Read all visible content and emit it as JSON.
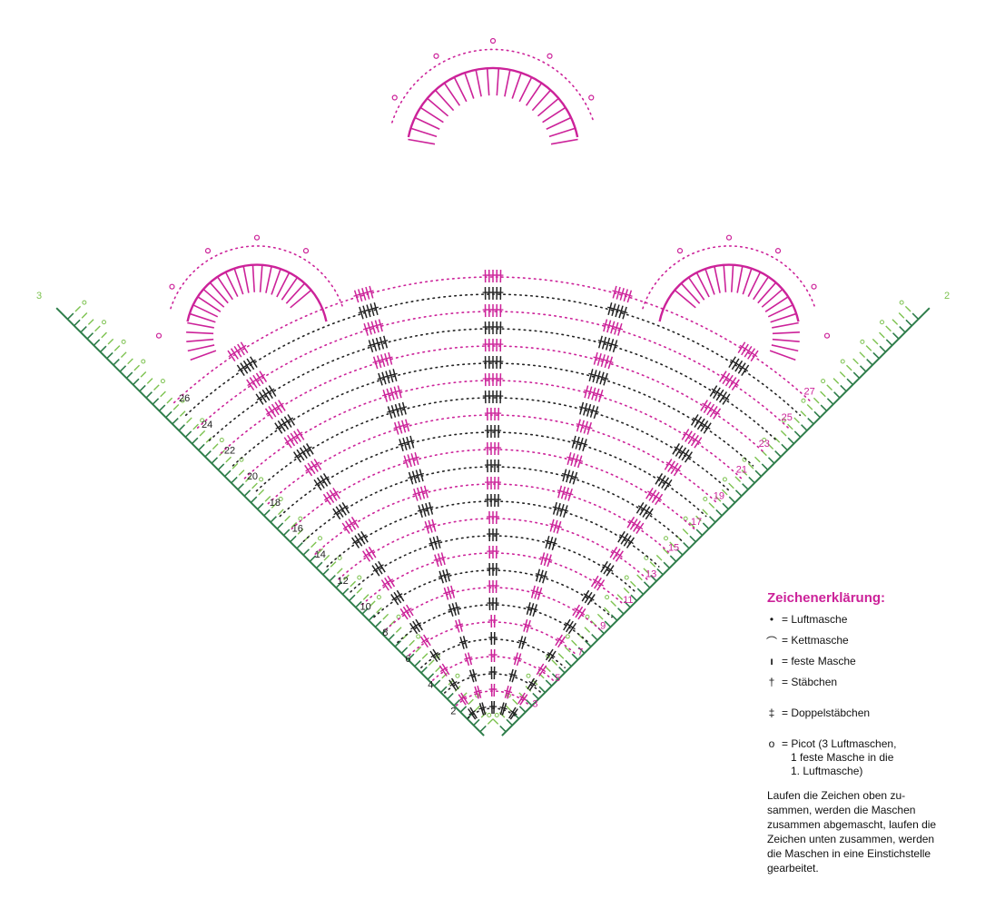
{
  "colors": {
    "pink": "#cc2299",
    "black": "#222222",
    "green_dark": "#2e7d4a",
    "green_light": "#7cc24f"
  },
  "edge_labels": {
    "left": "3",
    "right": "2"
  },
  "row_numbers_black": [
    "2",
    "4",
    "6",
    "8",
    "10",
    "12",
    "14",
    "16",
    "18",
    "20",
    "22",
    "24",
    "26"
  ],
  "row_numbers_pink": [
    "3",
    "5",
    "7",
    "9",
    "11",
    "13",
    "15",
    "17",
    "19",
    "21",
    "23",
    "25",
    "27"
  ],
  "legend": {
    "title": "Zeichenerklärung:",
    "items": [
      {
        "icon": "chain-stitch-icon",
        "label": "= Luftmasche"
      },
      {
        "icon": "slip-stitch-icon",
        "label": "= Kettmasche"
      },
      {
        "icon": "single-crochet-icon",
        "label": "= feste Masche"
      },
      {
        "icon": "double-crochet-icon",
        "label": "= Stäbchen"
      },
      {
        "icon": "treble-crochet-icon",
        "label": "= Doppelstäbchen"
      },
      {
        "icon": "picot-icon",
        "label": "= Picot (3 Luftmaschen,",
        "label2": "1 feste Masche in die",
        "label3": "1. Luftmasche)"
      }
    ],
    "note": "Laufen die Zeichen oben zu-sammen, werden die Maschen zusammen abgemascht, laufen die Zeichen unten zusammen, werden die Maschen in eine Einstichstelle gearbeitet."
  }
}
